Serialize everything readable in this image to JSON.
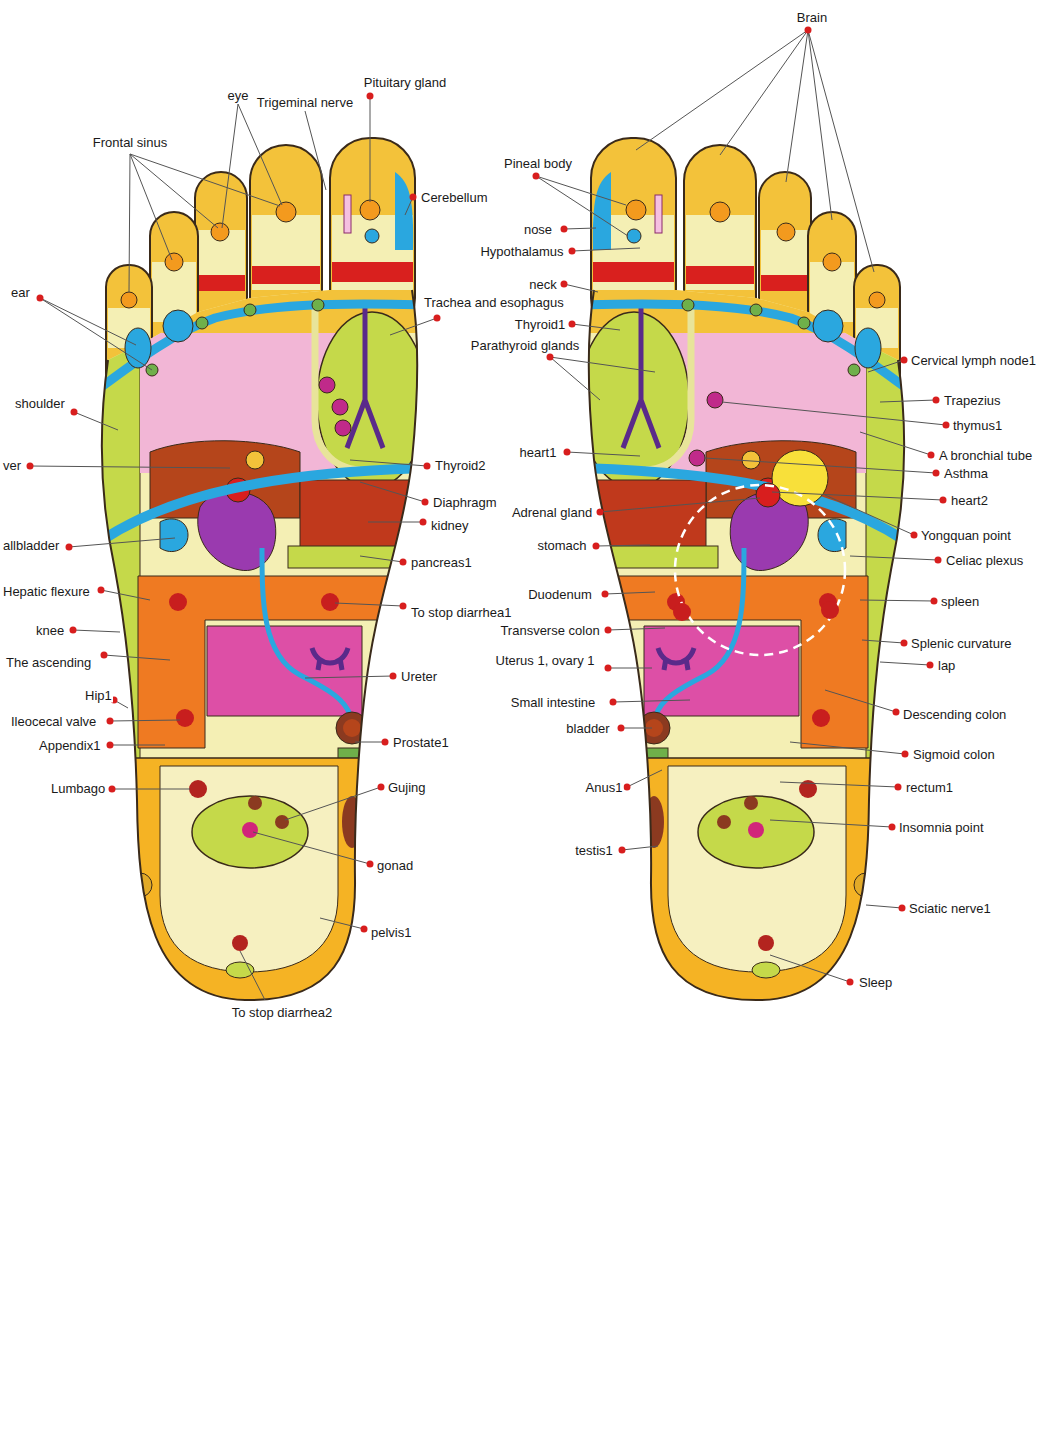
{
  "diagram": {
    "labels": [
      "Brain",
      "eye",
      "Pituitary gland",
      "Trigeminal nerve",
      "Frontal sinus",
      "Pineal body",
      "Cerebellum",
      "nose",
      "Hypothalamus",
      "neck",
      "ear",
      "Trachea and esophagus",
      "Thyroid1",
      "Parathyroid glands",
      "Cervical lymph node1",
      "Trapezius",
      "shoulder",
      "thymus1",
      "heart1",
      "A bronchial tube",
      "ver",
      "Thyroid2",
      "Asthma",
      "heart2",
      "Diaphragm",
      "Adrenal gland",
      "kidney",
      "Yongquan point",
      "allbladder",
      "stomach",
      "Celiac plexus",
      "pancreas1",
      "Hepatic flexure",
      "Duodenum",
      "spleen",
      "To stop diarrhea1",
      "knee",
      "Transverse colon",
      "Splenic curvature",
      "Uterus 1, ovary 1",
      "The ascending",
      "lap",
      "Ureter",
      "Hip1",
      "Small intestine",
      "Descending colon",
      "Ileocecal valve",
      "bladder",
      "Prostate1",
      "Appendix1",
      "Sigmoid colon",
      "Lumbago",
      "Gujing",
      "Anus1",
      "rectum1",
      "Insomnia point",
      "testis1",
      "gonad",
      "Sciatic nerve1",
      "pelvis1",
      "Sleep",
      "To stop diarrhea2"
    ]
  }
}
